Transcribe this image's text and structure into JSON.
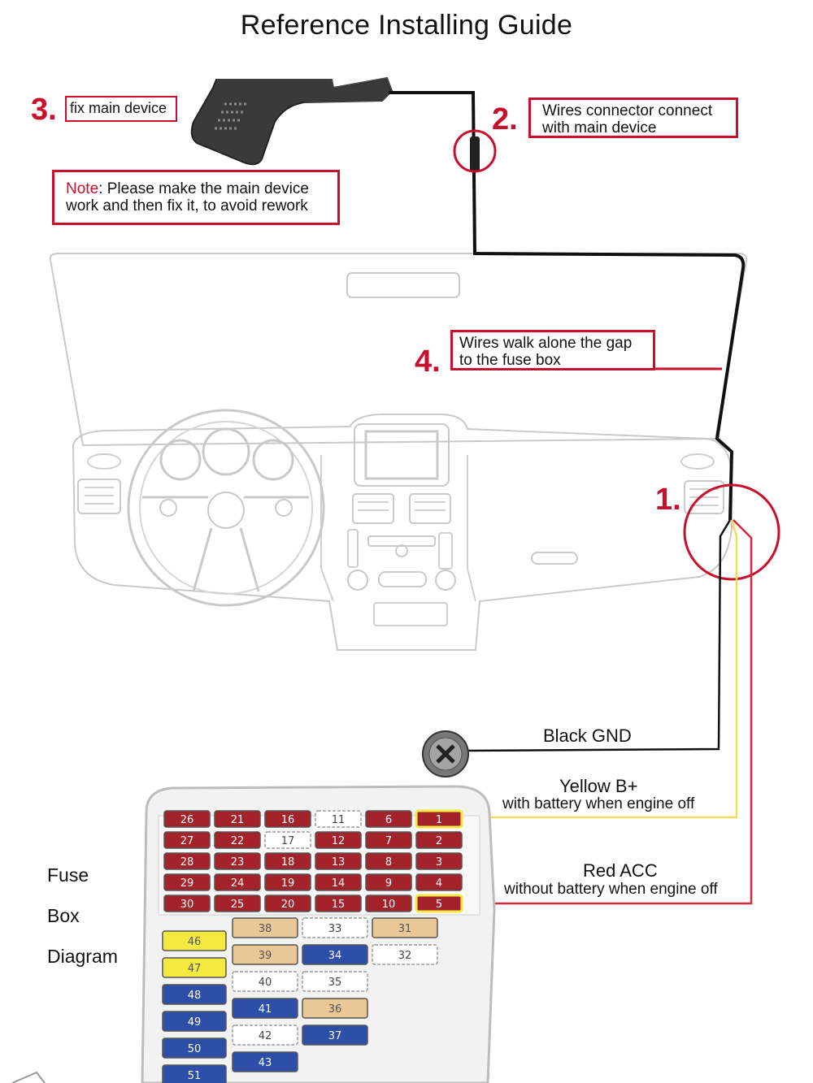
{
  "title": "Reference Installing Guide",
  "steps": {
    "step1": {
      "num": "1."
    },
    "step2": {
      "num": "2.",
      "text_line1": "Wires connector connect",
      "text_line2": "with main device"
    },
    "step3": {
      "num": "3.",
      "text": "fix main device"
    },
    "step4": {
      "num": "4.",
      "text_line1": "Wires walk alone the gap",
      "text_line2": "to the fuse box"
    }
  },
  "note": {
    "prefix": "Note",
    "line1": ": Please make the main device",
    "line2": "work and then fix it, to avoid rework"
  },
  "wires": {
    "black_label": "Black GND",
    "yellow_label": "Yellow B+",
    "yellow_sub": "with battery when engine off",
    "red_label": "Red ACC",
    "red_sub": "without battery when engine off"
  },
  "fusebox": {
    "label_line1": "Fuse",
    "label_line2": "Box",
    "label_line3": "Diagram"
  },
  "fuses": [
    {
      "n": "26",
      "c": "red"
    },
    {
      "n": "21",
      "c": "red"
    },
    {
      "n": "16",
      "c": "red"
    },
    {
      "n": "11",
      "c": "empty"
    },
    {
      "n": "6",
      "c": "red"
    },
    {
      "n": "1",
      "c": "red-hl"
    },
    {
      "n": "27",
      "c": "red"
    },
    {
      "n": "22",
      "c": "red"
    },
    {
      "n": "17",
      "c": "empty"
    },
    {
      "n": "12",
      "c": "red"
    },
    {
      "n": "7",
      "c": "red"
    },
    {
      "n": "2",
      "c": "red"
    },
    {
      "n": "28",
      "c": "red"
    },
    {
      "n": "23",
      "c": "red"
    },
    {
      "n": "18",
      "c": "red"
    },
    {
      "n": "13",
      "c": "red"
    },
    {
      "n": "8",
      "c": "red"
    },
    {
      "n": "3",
      "c": "red"
    },
    {
      "n": "29",
      "c": "red"
    },
    {
      "n": "24",
      "c": "red"
    },
    {
      "n": "19",
      "c": "red"
    },
    {
      "n": "14",
      "c": "red"
    },
    {
      "n": "9",
      "c": "red"
    },
    {
      "n": "4",
      "c": "red"
    },
    {
      "n": "30",
      "c": "red"
    },
    {
      "n": "25",
      "c": "red"
    },
    {
      "n": "20",
      "c": "red"
    },
    {
      "n": "15",
      "c": "red"
    },
    {
      "n": "10",
      "c": "red"
    },
    {
      "n": "5",
      "c": "red-hl"
    },
    {
      "n": "46",
      "c": "yellow"
    },
    {
      "n": "47",
      "c": "yellow"
    },
    {
      "n": "48",
      "c": "blue"
    },
    {
      "n": "49",
      "c": "blue"
    },
    {
      "n": "50",
      "c": "blue"
    },
    {
      "n": "51",
      "c": "blue"
    },
    {
      "n": "38",
      "c": "tan"
    },
    {
      "n": "39",
      "c": "tan"
    },
    {
      "n": "40",
      "c": "empty"
    },
    {
      "n": "41",
      "c": "blue"
    },
    {
      "n": "42",
      "c": "empty"
    },
    {
      "n": "43",
      "c": "blue"
    },
    {
      "n": "33",
      "c": "empty"
    },
    {
      "n": "34",
      "c": "blue"
    },
    {
      "n": "35",
      "c": "empty"
    },
    {
      "n": "36",
      "c": "tan"
    },
    {
      "n": "37",
      "c": "blue"
    },
    {
      "n": "31",
      "c": "tan"
    },
    {
      "n": "32",
      "c": "empty"
    }
  ],
  "colors": {
    "accent_red": "#c8102e",
    "wire_black": "#111111",
    "wire_yellow": "#f2dc5a",
    "wire_red": "#d42a3a",
    "fuse_red": "#a4222a",
    "fuse_blue": "#2d4fa8",
    "fuse_yellow": "#f3e93f",
    "fuse_tan": "#eac797"
  }
}
